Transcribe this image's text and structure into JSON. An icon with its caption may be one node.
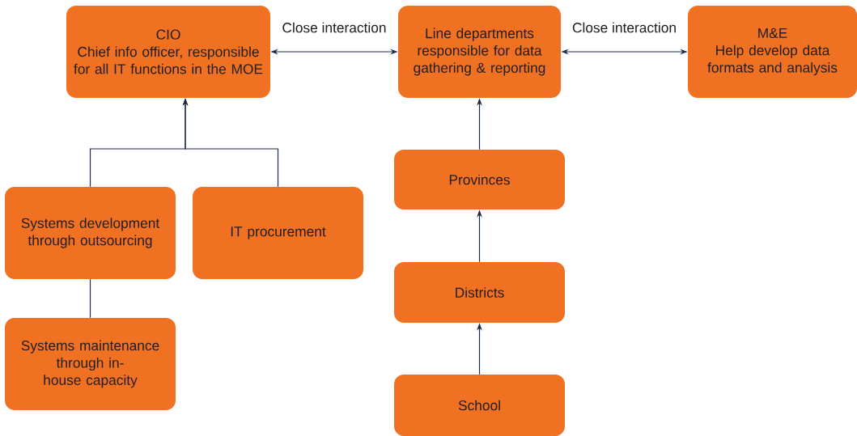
{
  "diagram": {
    "nodes": [
      {
        "text": [
          "CIO",
          "Chief info officer, responsible for all IT functions in the MOE"
        ]
      },
      {
        "text": [
          "Line departments responsible for data gathering & reporting"
        ]
      },
      {
        "text": [
          "M&E",
          "Help develop data formats and analysis"
        ]
      },
      {
        "text": [
          "Systems development through outsourcing"
        ]
      },
      {
        "text": [
          "IT procurement"
        ]
      },
      {
        "text": [
          "Systems maintenance through in-house capacity"
        ]
      },
      {
        "text": [
          "Provinces"
        ]
      },
      {
        "text": [
          "Districts"
        ]
      },
      {
        "text": [
          "School"
        ]
      }
    ],
    "edges": [
      {
        "from": 0,
        "to": 1,
        "arrow": "both",
        "label": "Close interaction"
      },
      {
        "from": 1,
        "to": 2,
        "arrow": "both",
        "label": "Close interaction"
      },
      {
        "from": 3,
        "to": 0,
        "arrow": "to"
      },
      {
        "from": 4,
        "to": 0,
        "arrow": "to"
      },
      {
        "from": 3,
        "to": 5,
        "arrow": "none"
      },
      {
        "from": 6,
        "to": 1,
        "arrow": "to"
      },
      {
        "from": 7,
        "to": 6,
        "arrow": "to"
      },
      {
        "from": 8,
        "to": 7,
        "arrow": "to"
      }
    ]
  }
}
